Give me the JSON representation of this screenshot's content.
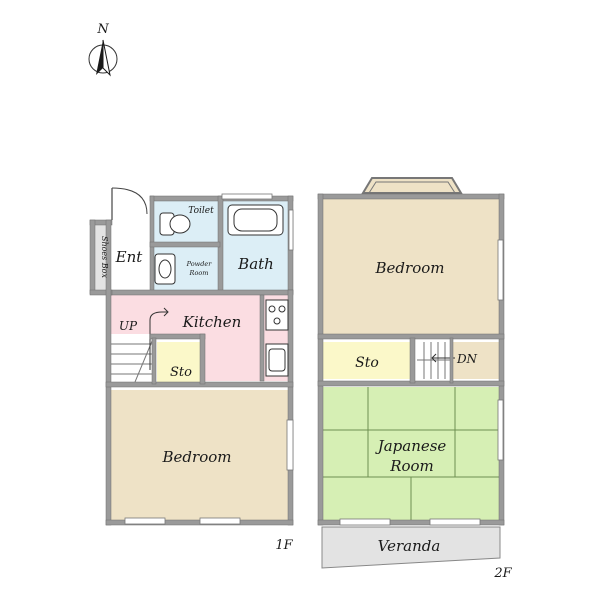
{
  "compass": {
    "letter": "N"
  },
  "colors": {
    "wall": "#9a9a9a",
    "wall_edge": "#6e6e6e",
    "bedroom": "#eee2c6",
    "bath": "#dceef6",
    "kitchen": "#fbdde2",
    "storage": "#fbf8c9",
    "japanese": "#d6efb4",
    "veranda": "#e3e3e3",
    "entry": "#ffffff"
  },
  "floor1": {
    "level_label": "1F",
    "rooms": {
      "toilet": "Toilet",
      "powder": "Powder",
      "powder_room": "Room",
      "bath": "Bath",
      "entrance": "Ent",
      "shoes_box": "Shoes Box",
      "kitchen": "Kitchen",
      "stairs_up": "UP",
      "storage": "Sto",
      "bedroom": "Bedroom"
    }
  },
  "floor2": {
    "level_label": "2F",
    "rooms": {
      "bedroom": "Bedroom",
      "storage": "Sto",
      "stairs_down": "DN",
      "japanese_line1": "Japanese",
      "japanese_line2": "Room",
      "veranda": "Veranda"
    }
  }
}
